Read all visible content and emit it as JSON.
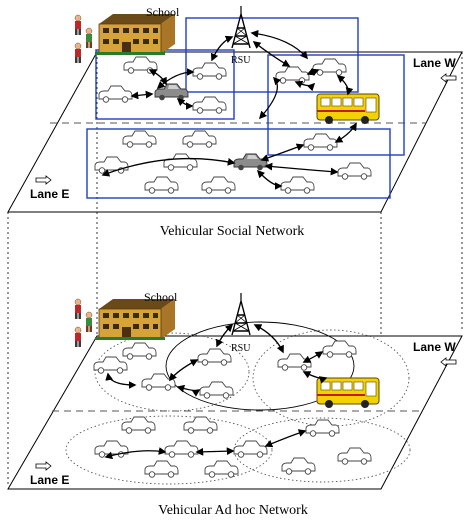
{
  "top_panel": {
    "title": "Vehicular Social Network",
    "school_label": "School",
    "rsu_label": "RSU",
    "lane_w_label": "Lane W",
    "lane_e_label": "Lane E"
  },
  "bottom_panel": {
    "title": "Vehicular Ad hoc Network",
    "school_label": "School",
    "rsu_label": "RSU",
    "lane_w_label": "Lane W",
    "lane_e_label": "Lane E"
  },
  "colors": {
    "community_box": "#1f3fbf",
    "bus_body": "#f2d200",
    "school_wall": "#d6a23a",
    "school_roof": "#6b4a1a",
    "car_outline": "#444444",
    "active_car": "#8c8c8c",
    "link_arrow": "#000000"
  },
  "icons": [
    "school-icon",
    "people-icon",
    "rsu-tower-icon",
    "car-icon",
    "bus-icon",
    "lane-arrow-icon"
  ]
}
